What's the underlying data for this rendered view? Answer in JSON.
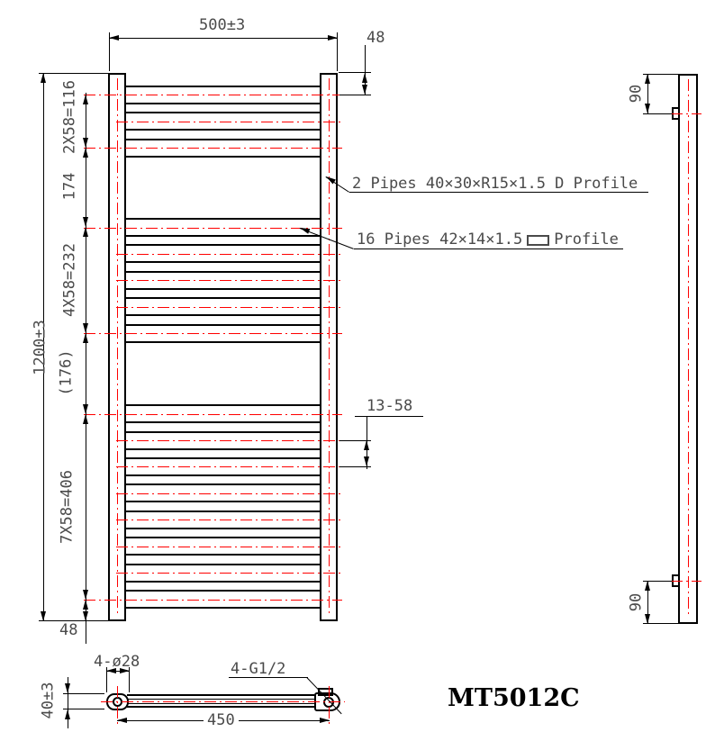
{
  "drawing": {
    "model_label": "MT5012C",
    "colors": {
      "line": "#000000",
      "centerline": "#ff0000",
      "dim_text": "#4a4a4a"
    },
    "front_view": {
      "width_dim": "500±3",
      "height_dim": "1200±3",
      "top_offset_dim": "48",
      "bottom_offset_dim": "48",
      "chain_dims": [
        "2X58=116",
        "174",
        "4X58=232",
        "(176)",
        "7X58=406"
      ],
      "pitch_dim": "13-58",
      "vertical_pipes_note": "2 Pipes 40×30×R15×1.5 D Profile",
      "horizontal_pipes_note_prefix": "16 Pipes 42×14×1.5",
      "horizontal_pipes_note_suffix": "Profile",
      "pipe_centers_mm": [
        48,
        106,
        164,
        338,
        396,
        454,
        512,
        570,
        746,
        804,
        862,
        920,
        978,
        1036,
        1094,
        1152
      ],
      "total_height_mm": 1200,
      "total_width_mm": 500
    },
    "side_view": {
      "top_bracket_dim": "90",
      "bottom_bracket_dim": "90"
    },
    "bottom_view": {
      "holes_dim": "4-ø28",
      "thread_note": "4-G1/2",
      "depth_dim": "40±3",
      "centers_dim": "450"
    }
  }
}
